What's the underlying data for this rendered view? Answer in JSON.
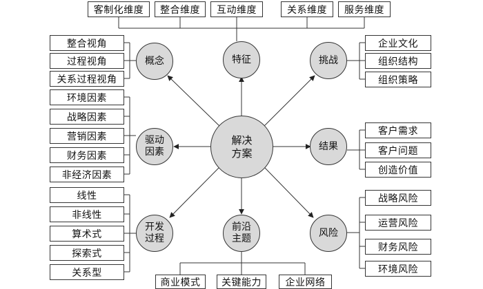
{
  "diagram": {
    "center": "解决\n方案",
    "nodes": {
      "concept": "概念",
      "features": "特征",
      "challenges": "挑战",
      "drivers": "驱动\n因素",
      "results": "结果",
      "dev_process": "开发\n过程",
      "frontier": "前沿\n主题",
      "risks": "风险"
    },
    "features_items": [
      "客制化维度",
      "整合维度",
      "互动维度",
      "关系维度",
      "服务维度"
    ],
    "concept_items": [
      "整合视角",
      "过程视角",
      "关系过程视角"
    ],
    "challenges_items": [
      "企业文化",
      "组织结构",
      "组织策略"
    ],
    "drivers_items": [
      "环境因素",
      "战略因素",
      "营销因素",
      "财务因素",
      "非经济因素"
    ],
    "results_items": [
      "客户需求",
      "客户问题",
      "创造价值"
    ],
    "dev_process_items": [
      "线性",
      "非线性",
      "算术式",
      "探索式",
      "关系型"
    ],
    "risks_items": [
      "战略风险",
      "运营风险",
      "财务风险",
      "环境风险"
    ],
    "frontier_items": [
      "商业模式",
      "关键能力",
      "企业网络"
    ]
  }
}
